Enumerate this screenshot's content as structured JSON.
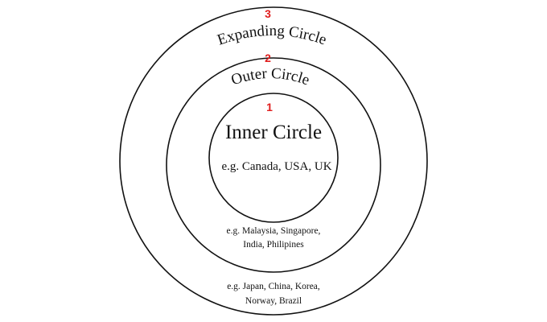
{
  "colors": {
    "number": "#e01e1e",
    "stroke": "#111111",
    "text": "#111111",
    "background": "#ffffff"
  },
  "circles": {
    "expanding": {
      "number": "3",
      "title": "Expanding Circle",
      "example_line1": "e.g.  Japan, China, Korea,",
      "example_line2": "Norway, Brazil"
    },
    "outer": {
      "number": "2",
      "title": "Outer Circle",
      "example_line1": "e.g.  Malaysia, Singapore,",
      "example_line2": "India, Philipines"
    },
    "inner": {
      "number": "1",
      "title": "Inner Circle",
      "example": "e.g.  Canada, USA, UK"
    }
  }
}
